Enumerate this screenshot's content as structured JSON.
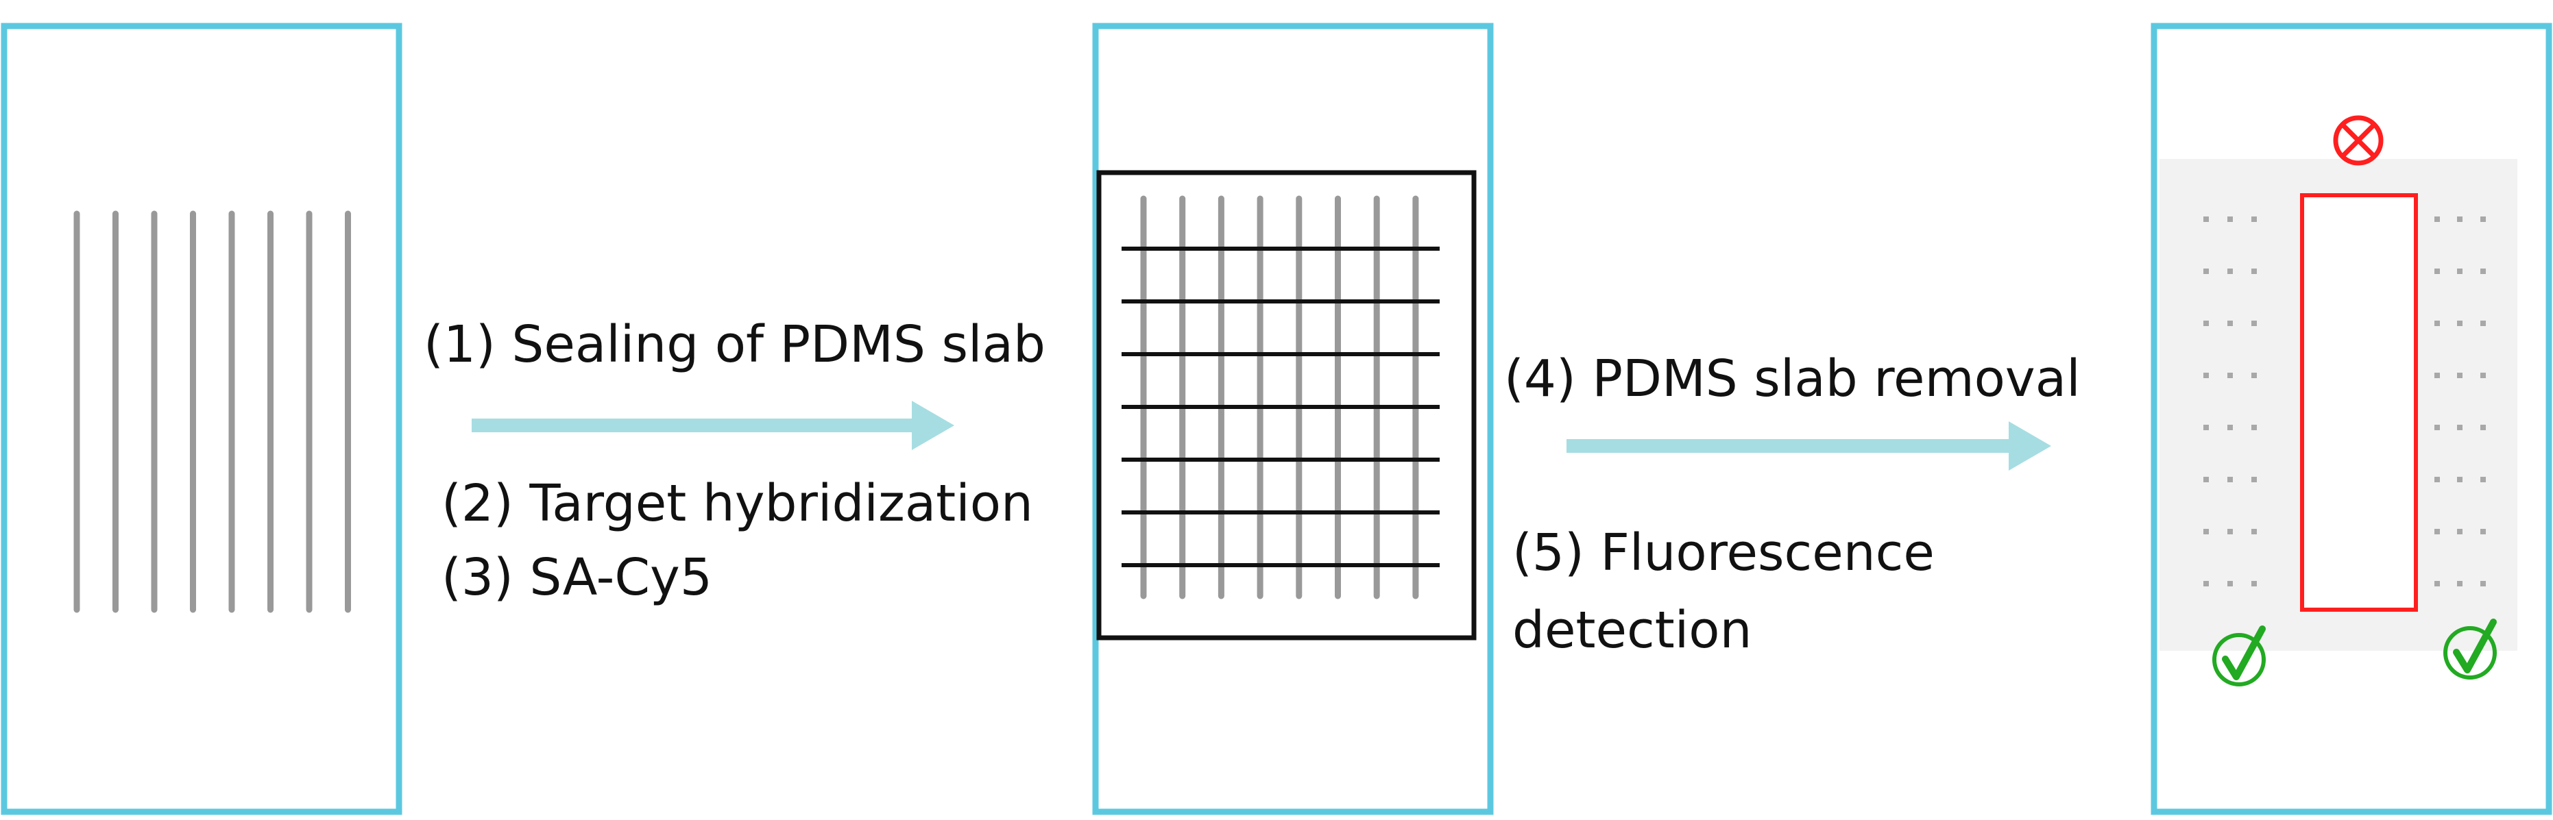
{
  "steps": {
    "s1": "(1) Sealing of PDMS slab",
    "s2": "(2) Target hybridization",
    "s3": "(3) SA-Cy5",
    "s4": "(4) PDMS slab removal",
    "s5_line1": "(5) Fluorescence",
    "s5_line2": "detection"
  },
  "colors": {
    "slide_border": "#5cc8e0",
    "arrow": "#a6dde2",
    "probe_line": "#999999",
    "channel_line": "#111111",
    "removed_region": "#ff1f1f",
    "check_mark": "#22aa22",
    "spot": "#a8a8a8",
    "panel_bg": "#f2f2f2"
  },
  "icons": {
    "removed": "cross-circle-icon",
    "ok_left": "check-circle-icon",
    "ok_right": "check-circle-icon"
  },
  "counts": {
    "probe_lines": 8,
    "channel_lines": 7,
    "spot_rows": 8,
    "spot_cols_per_side": 3
  }
}
